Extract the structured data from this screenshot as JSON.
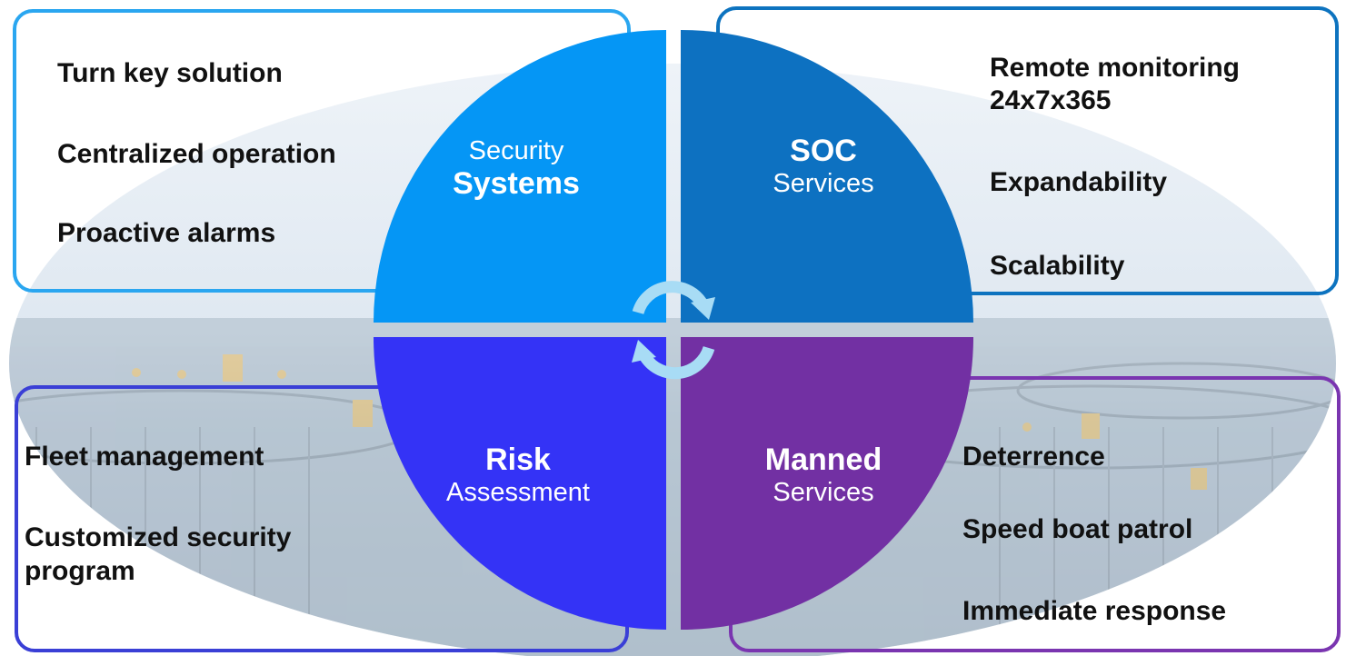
{
  "quadrants": {
    "top_left": {
      "line1": "Security",
      "line2": "Systems",
      "color": "#0596f5"
    },
    "top_right": {
      "line1": "SOC",
      "line2": "Services",
      "color": "#0d71c1"
    },
    "bottom_left": {
      "line1": "Risk",
      "line2": "Assessment",
      "color": "#3433f6"
    },
    "bottom_right": {
      "line1": "Manned",
      "line2": "Services",
      "color": "#7230a3"
    }
  },
  "boxes": {
    "top_left": {
      "items": [
        "Turn key solution",
        "Centralized operation",
        "Proactive alarms"
      ],
      "border_color": "#2aa6f0"
    },
    "top_right": {
      "items": [
        "Remote monitoring",
        "24x7x365",
        "Expandability",
        "Scalability"
      ],
      "border_color": "#0d73bf"
    },
    "bottom_left": {
      "items": [
        "Fleet management",
        "Customized security",
        "program"
      ],
      "border_color": "#3a3fd6"
    },
    "bottom_right": {
      "items": [
        "Deterrence",
        "Speed boat patrol",
        "Immediate response"
      ],
      "border_color": "#7a35b0"
    }
  },
  "cycle_arrows": {
    "icon": "circular-arrows-icon",
    "color": "#a8dcf5"
  }
}
